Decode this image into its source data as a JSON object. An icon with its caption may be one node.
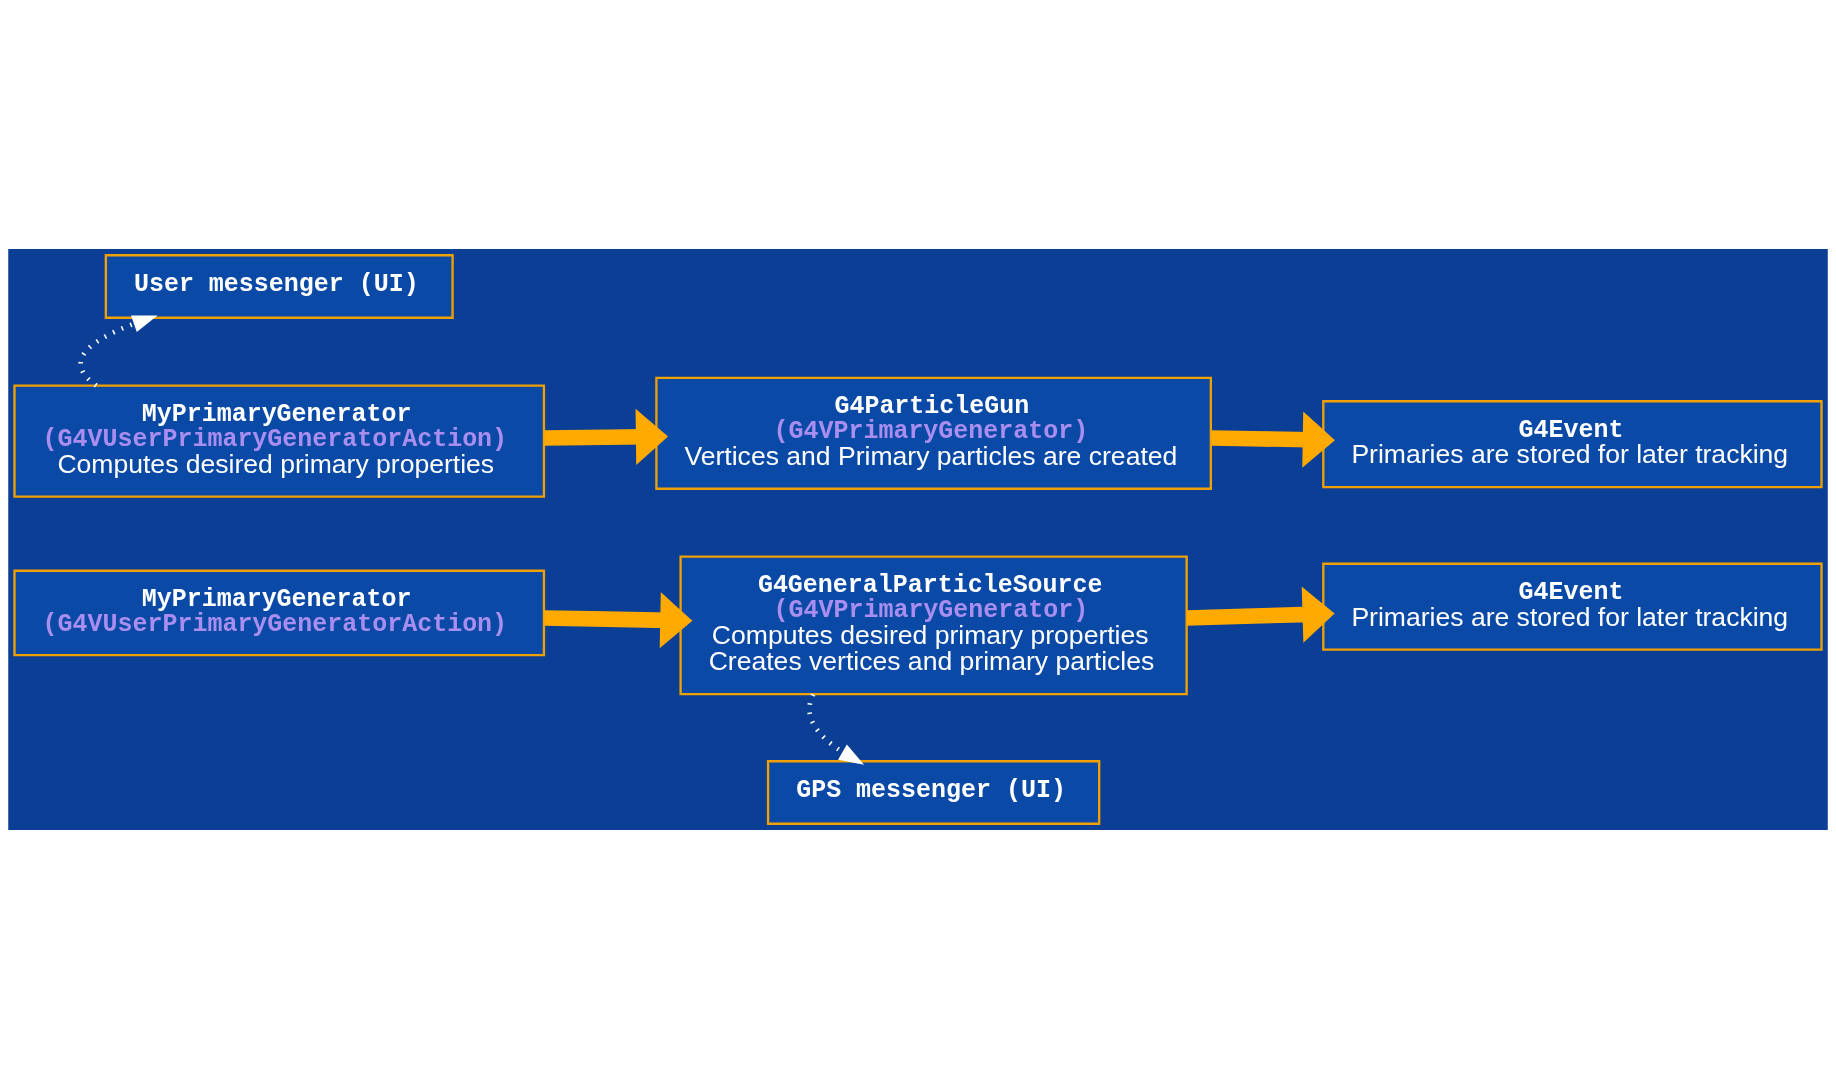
{
  "diagram": {
    "nodes": [
      {
        "text": [
          "User messenger (UI)"
        ]
      },
      {
        "text": [
          "MyPrimaryGenerator",
          "(G4VUserPrimaryGeneratorAction)",
          "Computes desired primary properties"
        ]
      },
      {
        "text": [
          "G4ParticleGun",
          "(G4VPrimaryGenerator)",
          "Vertices and Primary particles are created"
        ]
      },
      {
        "text": [
          "G4Event",
          "Primaries are stored for later tracking"
        ]
      },
      {
        "text": [
          "MyPrimaryGenerator",
          "(G4VUserPrimaryGeneratorAction)"
        ]
      },
      {
        "text": [
          "G4GeneralParticleSource",
          "(G4VPrimaryGenerator)",
          "Computes desired primary properties",
          "Creates vertices and primary particles"
        ]
      },
      {
        "text": [
          "G4Event",
          "Primaries are stored for later tracking"
        ]
      },
      {
        "text": [
          "GPS messenger (UI)"
        ]
      }
    ],
    "edges": [
      {
        "from": 1,
        "to": 0,
        "arrow": "to",
        "style": "dashed",
        "color": "#ffffff"
      },
      {
        "from": 1,
        "to": 2,
        "arrow": "to"
      },
      {
        "from": 2,
        "to": 3,
        "arrow": "to"
      },
      {
        "from": 4,
        "to": 5,
        "arrow": "to"
      },
      {
        "from": 5,
        "to": 6,
        "arrow": "to"
      },
      {
        "from": 5,
        "to": 7,
        "arrow": "to",
        "style": "dashed",
        "color": "#ffffff"
      }
    ]
  }
}
